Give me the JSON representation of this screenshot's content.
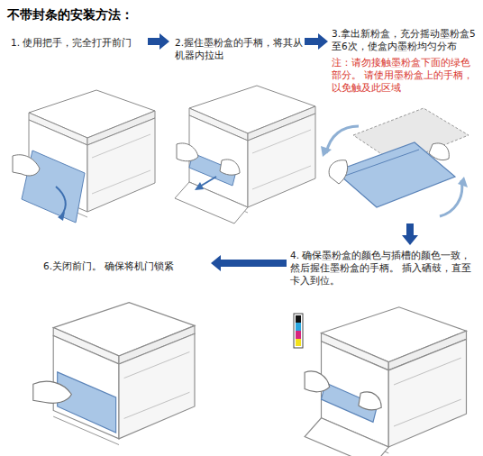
{
  "diagram": {
    "title": "不带封条的安装方法：",
    "nodes": [
      {
        "text": [
          "1. 使用把手，完全打开前门"
        ]
      },
      {
        "text": [
          "2.握住墨粉盒的手柄，将其从机器内拉出"
        ]
      },
      {
        "text": [
          "3.拿出新粉盒，充分摇动墨粉盒5至6次，使盒内墨粉均匀分布",
          "注：请勿接触墨粉盒下面的绿色部分。 请使用墨粉盒上的手柄，以免触及此区域"
        ]
      },
      {
        "text": [
          "4. 确保墨粉盒的颜色与插槽的颜色一致，然后握住墨粉盒的手柄。 插入硒鼓，直至卡入到位。"
        ]
      },
      {
        "text": [
          "6.关闭前门。 确保将机门锁紧"
        ]
      }
    ],
    "edges": [
      {
        "from": 0,
        "to": 1,
        "arrow": "to"
      },
      {
        "from": 1,
        "to": 2,
        "arrow": "to"
      },
      {
        "from": 2,
        "to": 3,
        "arrow": "to"
      },
      {
        "from": 3,
        "to": 4,
        "arrow": "to"
      }
    ]
  }
}
